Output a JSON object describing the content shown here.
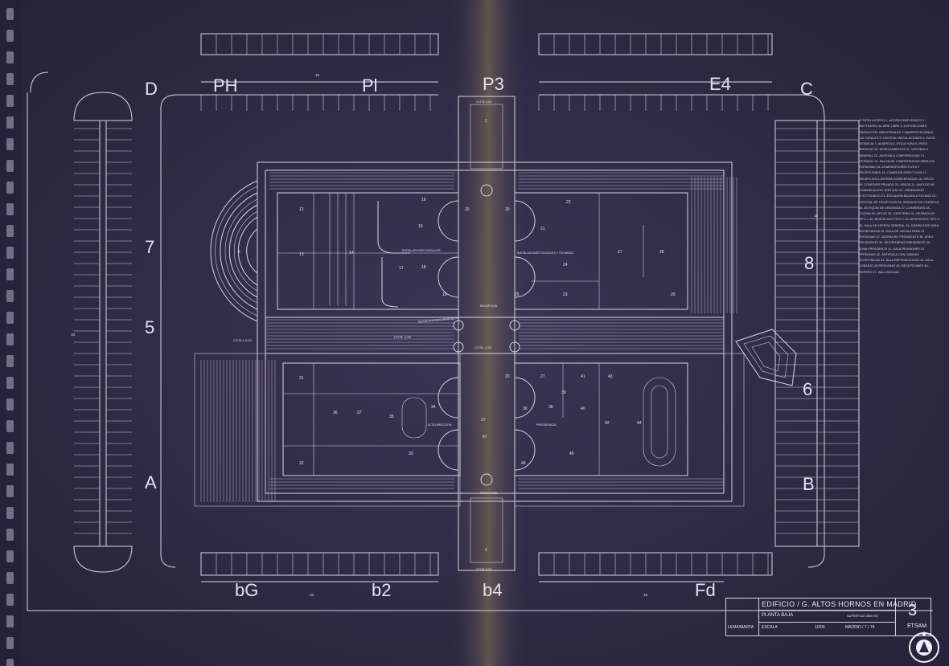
{
  "sheet": {
    "title": "EDIFICIO / G. ALTOS HORNOS EN MADRID",
    "subtitle": "PLANTA BAJA",
    "surface": "SUPERFICIE 2800 M2",
    "authors": "LEMA/MARTA",
    "scale_label": "ESCALA",
    "scale_value": "1/200",
    "date": "MADRID / 7 / 74",
    "sheet_number": "3",
    "archive_badge": "ETSAM"
  },
  "section_marks": {
    "top": [
      "D",
      "PH",
      "Pl",
      "P3",
      "E4",
      "C"
    ],
    "bottom": [
      "bG",
      "b2",
      "b4",
      "Fd"
    ],
    "left": [
      "7",
      "5",
      "A"
    ],
    "right": [
      "8",
      "6",
      "B"
    ]
  },
  "room_labels": {
    "upper_left": [
      "12",
      "13",
      "14",
      "15",
      "16",
      "17",
      "18",
      "19",
      "20",
      "5"
    ],
    "upper_right": [
      "20",
      "21",
      "22",
      "23",
      "24",
      "25",
      "27",
      "28",
      "29"
    ],
    "lower_left": [
      "31",
      "32",
      "33",
      "34",
      "35",
      "36",
      "37"
    ],
    "lower_right": [
      "20",
      "27",
      "36",
      "37",
      "38",
      "39",
      "40",
      "41",
      "42",
      "43",
      "44",
      "45",
      "46",
      "47"
    ]
  },
  "annotations": {
    "cota_left": "COTA ± 0,00",
    "cota_center_left": "COTA -1,50",
    "cota_center": "COTA -1,50",
    "cota_top": "COTA 0,00",
    "cota_bottom": "COTA 0,00",
    "instalaciones_sociales": "INSTALACIONES SOCIALES",
    "instalaciones_sociales_tecnicas": "INSTALACIONES SOCIALES Y TECNICAS",
    "instalaciones_generales": "INSTALACIONES GENERALES",
    "recepcion_top": "RECEPCION",
    "recepcion_bottom": "RECEPCION",
    "alta_direccion": "ALTA DIRECCION",
    "presidencia": "PRESIDENCIA",
    "parking_count": "10",
    "stair_top": "2",
    "stair_bottom": "2"
  },
  "legend": "1º PATIO ACCESO 2.-ACCESO EMPLEADOS 3.-ANFITEATRO AL AIRE LIBRE 4.-EXPOSICIONES PRODUCTOS INDUSTRIALES Y MANIFESTACIONES CULTURALES 5.-CENTRAL INSTALACIONES 6.-PATIO ESTANCIA 7.-ALBERCA 8.-ESCULTURA 9.-PATIO SERVICIO 10.-APARCAMIENTOS 11.-VESTIBULO GENERAL 12.-ANTESALA CONFERENCIAS 13.-ESTRADO 14.-SALON DE CONFERENCIAS PARA 200 PERSONAS 15.-COMEDOR DIRECTIVOS Y RECEPCIONES 16.-COMEDOR DIRECTIVOS 17.-RECEPCION A ESPERA CONFERENCIAS 18.-OFICIO 19.-COMEDOR PRIVADO 20.-ASEOS 21.-NUCLEO DE COMUNICACION VERTICAL 22.-ORDENADOR ELECTRONICO 23.-ESCALERA BAJADA A SOTANO 24.-CENTRAL DE TELEFONOS 25.-SERVICIO DE CORREOS 26.-BOTIQUIN DE URGENCIA 27.-CONSERJES 28.-COCINA 29.-OFICIO 30.-CAFETERIA 31.-DESPACHOS TIPO 1 32.-DESPACHOS TIPO 2 33.-DESPACHOS TIPO 3 34.-SALA DE ESPERA GENERAL 35.-DESPACHOS PARA SECRETARIAS 36.-SALA DE JUNTAS PARA 15 PERSONAS 37.-DESPACHO PRESIDENTE 38.-ASEO PRESIDENTE 39.-SECRETARIAS PRESIDENTE 40.-ZONA PRESIDENTE 41.-SALA REUNIONES 15 PERSONAS 42.-ANTESALA CON CABINAS TELEFONICAS 43.-SALA REPRODUCCION 44.-SALA CONSEJO 20 PERSONAS 45.-RECEPCIONES 46.-ROPERO 47.-HALL/ZAGUAN",
  "colors": {
    "paper": "#2f2b46",
    "lines": "#d9d2e6",
    "axis_glow": "#8a7a5a",
    "film_holes": "#e8e4ee"
  }
}
